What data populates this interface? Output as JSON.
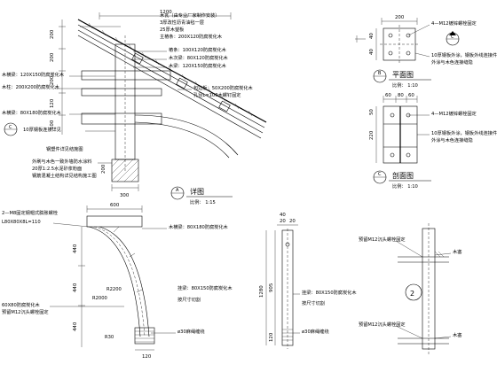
{
  "detail_main": {
    "dims_top": [
      "1200"
    ],
    "dims_left": [
      "200",
      "200",
      "200",
      "120",
      "100"
    ],
    "dims_bottom": [
      "300",
      "200"
    ],
    "label_mark": "A",
    "label_sub": "详图",
    "label_scale": "比例：    1:15",
    "callouts_top": [
      "木瓦（由专业厂家制作安装）",
      "3厚改性沥青油毡一层",
      "25厚木望板",
      "主樁条：200X120防腐炭化木",
      "樁条：100X120防腐炭化木",
      "木次梁：80X120防腐炭化木",
      "木梁：120X150防腐炭化木",
      "包边板：50X200防腐炭化木",
      "孔径L=100木螺钉固定"
    ],
    "callouts_left": [
      "木横梁：120X150防腐炭化木",
      "木柱：200X200防腐炭化木",
      "木横梁：80X180防腐炭化木",
      "10厚钢板连接详见"
    ],
    "bubble_c": "C",
    "callouts_bottom": [
      "钢塑件详见结施图",
      "外刷与木色一致外墙防水涂料",
      "20厚1:2.5水泥砂浆粉面",
      "钢筋混凝土结构详见结构施工图"
    ]
  },
  "plan_b": {
    "dim_top": "200",
    "dims_left": [
      "40",
      "40"
    ],
    "callouts": [
      "4—M12镀锌螺栓固定",
      "10厚钢板外涂，钢板外线连接件",
      "外涂与木色连接缝隐"
    ],
    "bubble_c": "C",
    "label_mark": "B",
    "label_sub": "平面图",
    "label_scale": "比例：    1:10"
  },
  "section_c": {
    "dims_top": [
      "60",
      "80",
      "60"
    ],
    "dims_left": [
      "220",
      "50"
    ],
    "callouts": [
      "4—M12镀锌螺栓固定",
      "10厚钢板外涂，钢板外线连接件",
      "外涂与木色连接缝隐"
    ],
    "label_mark": "C",
    "label_sub": "剖面图",
    "label_scale": "比例：    1:10"
  },
  "brace": {
    "callout_top": "2—M8固定钢帽式膨胀螺栓",
    "callout_top2": "L80X80X8L=110",
    "dim_top": "600",
    "dim_side": [
      "440",
      "440",
      "440"
    ],
    "radius_labels": [
      "R2200",
      "R2000"
    ],
    "r30": "R30",
    "callout_beam": "木横梁：80X180防腐炭化木",
    "callout_side1": "60X80防腐炭化木",
    "callout_side2": "预留M12沉头螺栓固定",
    "callout_right1": "挂梁：80X150防腐炭化木",
    "callout_right2": "按尺寸切割",
    "callout_right3": "ø30麻绳缠绕",
    "dim_bottom": "120"
  },
  "post": {
    "dims_top": [
      "40",
      "20",
      "20"
    ],
    "dims_side": [
      "1280",
      "905",
      "120"
    ],
    "callout1": "挂梁：80X150防腐炭化木",
    "callout2": "按尺寸切割",
    "callout3": "ø30麻绳缠绕"
  },
  "detail_2": {
    "callout1": "预留M12沉头螺栓固定",
    "callout2": "木塞",
    "callout3": "预留M12沉头螺栓固定",
    "callout4": "木塞",
    "label_mark": "2"
  }
}
